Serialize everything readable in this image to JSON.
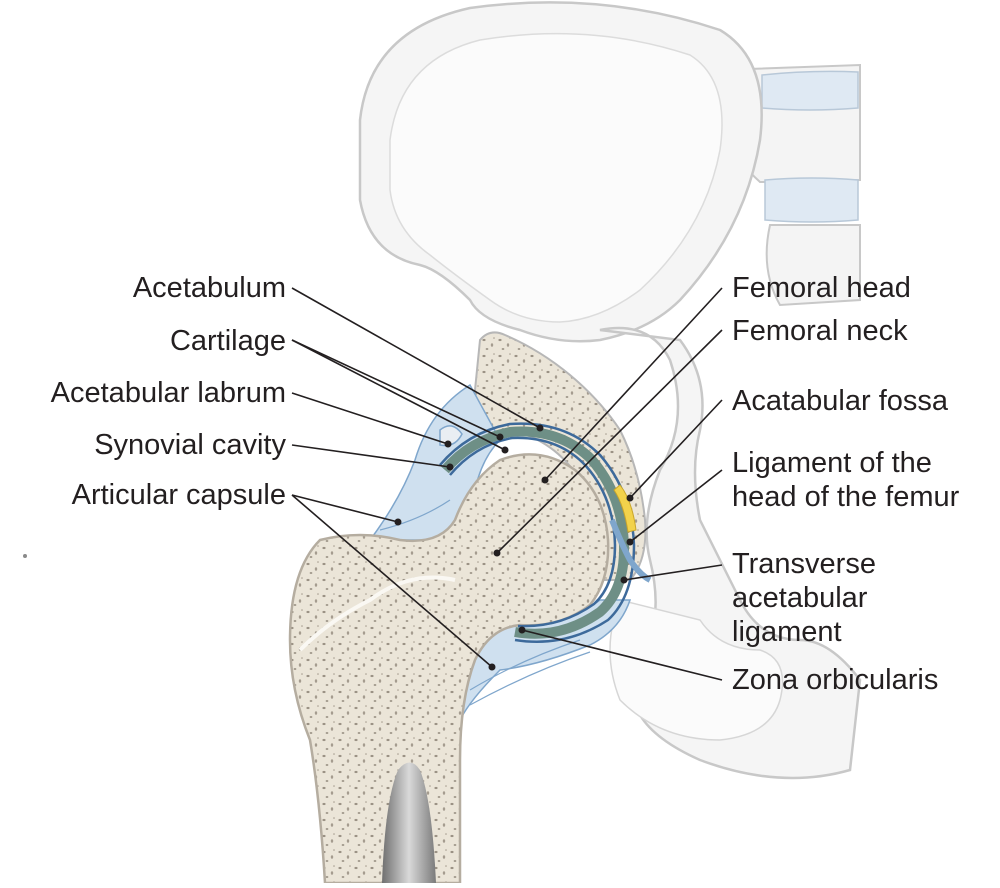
{
  "labels": {
    "acetabulum": "Acetabulum",
    "cartilage": "Cartilage",
    "acetabular_labrum": "Acetabular labrum",
    "synovial_cavity": "Synovial cavity",
    "articular_capsule": "Articular capsule",
    "femoral_head": "Femoral head",
    "femoral_neck": "Femoral neck",
    "acatabular_fossa": "Acatabular fossa",
    "ligament_head_femur_line1": "Ligament of the",
    "ligament_head_femur_line2": "head of the femur",
    "transverse_line1": "Transverse",
    "transverse_line2": "acetabular",
    "transverse_line3": "ligament",
    "zona_orbicularis": "Zona orbicularis"
  },
  "colors": {
    "bone_outline": "#c8c8c8",
    "bone_fill": "#f3f3f3",
    "spongy_bone": "#e9e3d6",
    "cortical": "#f7f4ee",
    "cartilage": "#3d6a9b",
    "synovial": "#6e8f86",
    "capsule": "#a9c6e0",
    "fossa_fat": "#f2d24b",
    "leader": "#231f20"
  }
}
